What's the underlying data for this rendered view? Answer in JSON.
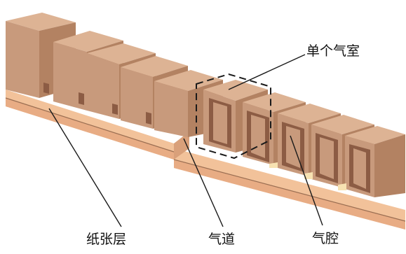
{
  "labels": {
    "single_chamber": "单个气室",
    "paper_layer": "纸张层",
    "air_channel": "气道",
    "air_cavity": "气腔"
  },
  "colors": {
    "block_front": "#c89a7c",
    "block_top": "#deb597",
    "block_side": "#a97a5e",
    "channel_inner": "#8c5c44",
    "paper_top": "#f3c49c",
    "paper_side": "#e8b088",
    "paper_line": "#9a6e52",
    "cavity_floor": "#f7e2b2",
    "line": "#1a1a1a"
  }
}
